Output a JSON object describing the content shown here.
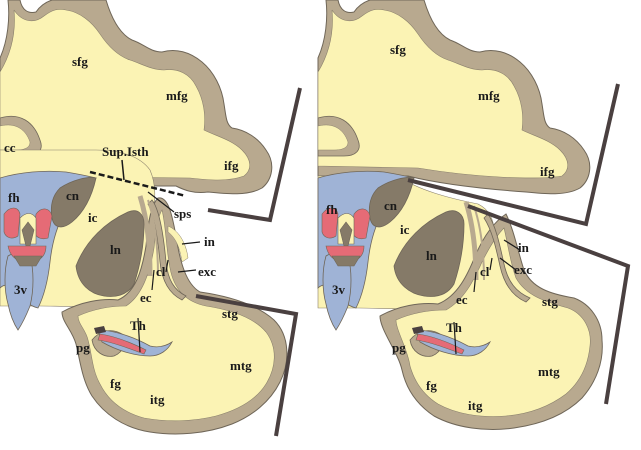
{
  "colors": {
    "cortex": "#b8a98f",
    "white_matter": "#fbf3b4",
    "nucleus": "#857a68",
    "ventricle": "#9fb3d6",
    "vessel_red": "#e56b76",
    "outline": "#6f6658",
    "cut_line": "#4a4040"
  },
  "left_panel": {
    "labels": {
      "sfg": "sfg",
      "mfg": "mfg",
      "ifg": "ifg",
      "cc": "cc",
      "fh": "fh",
      "cn": "cn",
      "ic": "ic",
      "ln": "ln",
      "cl": "cl",
      "ec": "ec",
      "in": "in",
      "exc": "exc",
      "sps": "sps",
      "stg": "stg",
      "mtg": "mtg",
      "itg": "itg",
      "fg": "fg",
      "pg": "pg",
      "th": "Th",
      "v3": "3v",
      "sup_isth": "Sup.Isth"
    }
  },
  "right_panel": {
    "labels": {
      "sfg": "sfg",
      "mfg": "mfg",
      "ifg": "ifg",
      "fh": "fh",
      "cn": "cn",
      "ic": "ic",
      "ln": "ln",
      "cl": "cl",
      "ec": "ec",
      "in": "in",
      "exc": "exc",
      "stg": "stg",
      "mtg": "mtg",
      "itg": "itg",
      "fg": "fg",
      "pg": "pg",
      "th": "Th",
      "v3": "3v"
    }
  }
}
